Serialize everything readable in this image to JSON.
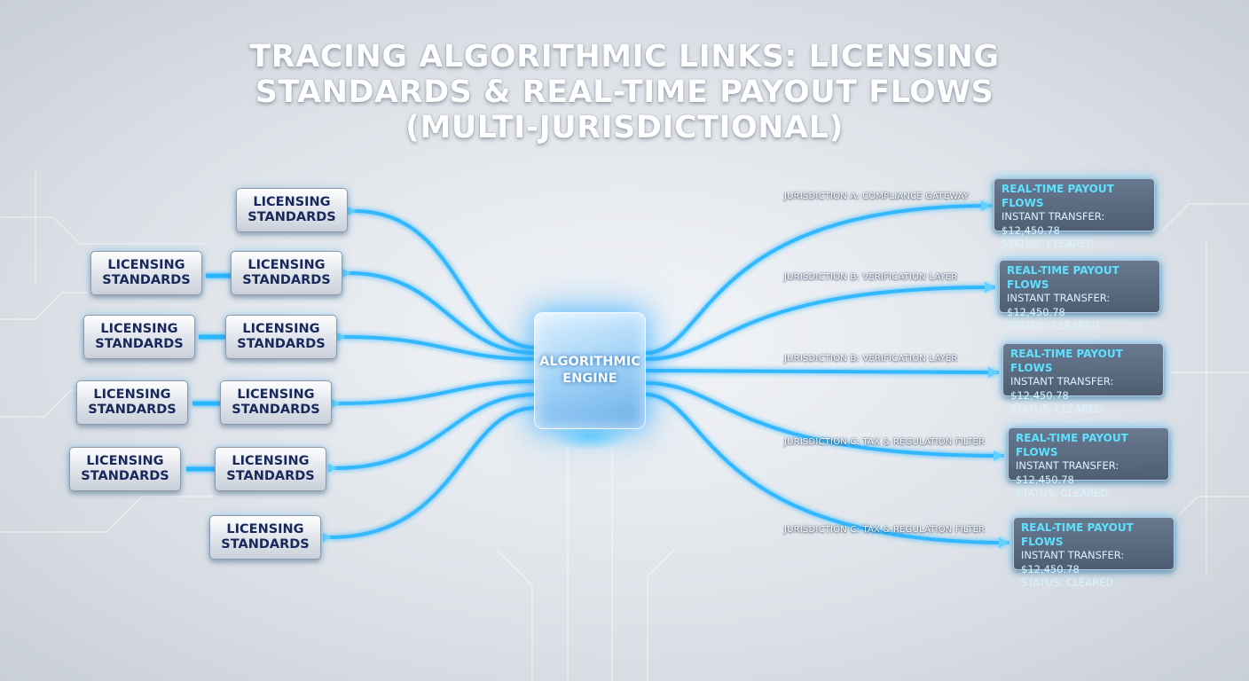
{
  "title": {
    "lines": [
      "TRACING ALGORITHMIC LINKS: LICENSING",
      "STANDARDS & REAL-TIME PAYOUT FLOWS",
      "(MULTI-JURISDICTIONAL)"
    ]
  },
  "engine": {
    "line1": "ALGORITHMIC",
    "line2": "ENGINE"
  },
  "licensing_boxes": [
    {
      "line1": "LICENSING",
      "line2": "STANDARDS"
    },
    {
      "line1": "LICENSING",
      "line2": "STANDARDS"
    },
    {
      "line1": "LICENSING",
      "line2": "STANDARDS"
    },
    {
      "line1": "LICENSING",
      "line2": "STANDARDS"
    },
    {
      "line1": "LICENSING",
      "line2": "STANDARDS"
    },
    {
      "line1": "LICENSING",
      "line2": "STANDARDS"
    },
    {
      "line1": "LICENSING",
      "line2": "STANDARDS"
    },
    {
      "line1": "LICENSING",
      "line2": "STANDARDS"
    },
    {
      "line1": "LICENSING",
      "line2": "STANDARDS"
    },
    {
      "line1": "LICENSING",
      "line2": "STANDARDS"
    }
  ],
  "jurisdictions": [
    "JURISDICTION A: COMPLIANCE GATEWAY",
    "JURISDICTION B: VERIFICATION LAYER",
    "JURISDICTION B: VERIFICATION LAYER",
    "JURISDICTION C: TAX & REGULATION FILTER",
    "JURISDICTION C: TAX & REGULATION FILTER"
  ],
  "payouts": [
    {
      "heading": "REAL-TIME PAYOUT FLOWS",
      "transfer": "INSTANT TRANSFER: $12,450.78",
      "status": "STATUS: CLEARED"
    },
    {
      "heading": "REAL-TIME PAYOUT FLOWS",
      "transfer": "INSTANT TRANSFER: $12,450.78",
      "status": "STATUS: CLEARED"
    },
    {
      "heading": "REAL-TIME PAYOUT FLOWS",
      "transfer": "INSTANT TRANSFER: $12,450.78",
      "status": "STATUS: CLEARED"
    },
    {
      "heading": "REAL-TIME PAYOUT FLOWS",
      "transfer": "INSTANT TRANSFER: $12,450.78",
      "status": "STATUS: CLEARED"
    },
    {
      "heading": "REAL-TIME PAYOUT FLOWS",
      "transfer": "INSTANT TRANSFER: $12,450.78",
      "status": "STATUS: CLEARED"
    }
  ],
  "colors": {
    "flow": "#29b6ff",
    "flow_glow": "#8fe2ff",
    "label_text": "#18285a",
    "payout_heading": "#5fe1ff"
  }
}
